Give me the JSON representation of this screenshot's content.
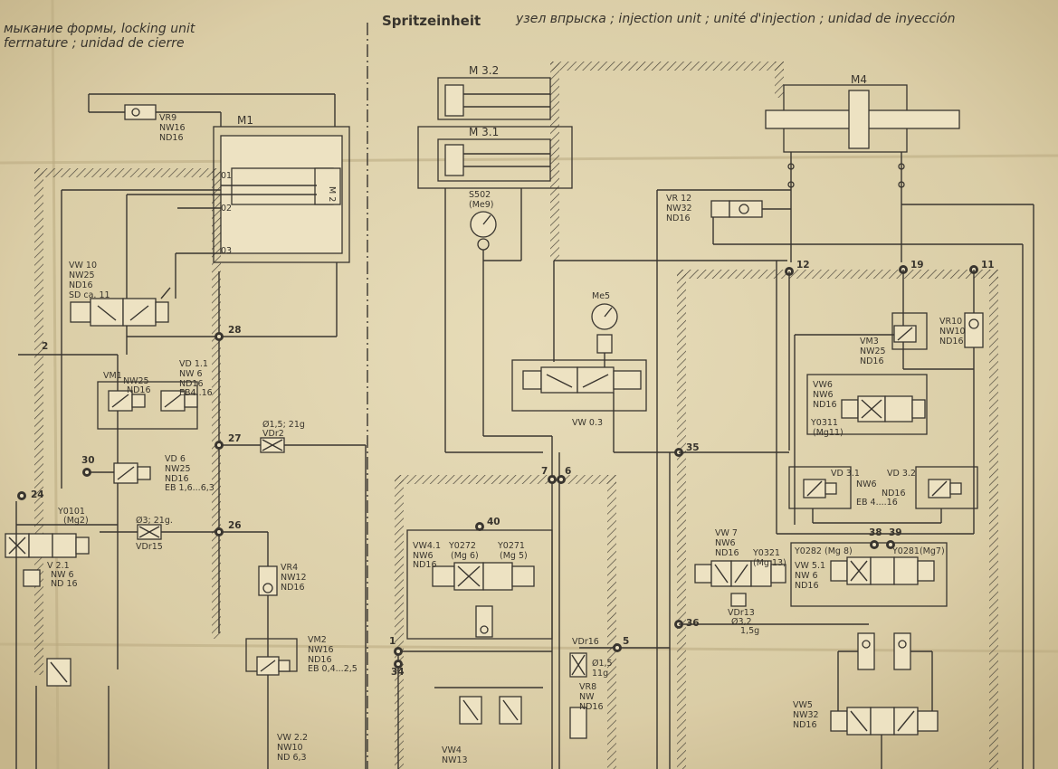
{
  "header": {
    "left_line1": "мыкание формы, locking unit",
    "left_line2": "ferrnature ; unidad de cierre",
    "right_bold": "Spritzeinheit",
    "right_rest": "узел впрыска ; injection unit ; unité d'injection ; unidad de inyección"
  },
  "actuators": {
    "m1": "M1",
    "m2": "M 2",
    "m31": "M 3.1",
    "m32": "M 3.2",
    "m4": "M4"
  },
  "ports": {
    "p01": "01",
    "p02": "02",
    "p03": "03"
  },
  "nodes": {
    "n28": "28",
    "n27": "27",
    "n26": "26",
    "n30": "30",
    "n24": "24",
    "n12": "12",
    "n19": "19",
    "n11": "11",
    "n35": "35",
    "n7": "7",
    "n6": "6",
    "n40": "40",
    "n38": "38",
    "n39": "39",
    "n36": "36",
    "n5": "5",
    "n1": "1",
    "n34": "34",
    "n2": "2"
  },
  "labels": {
    "vr9": [
      "VR9",
      "NW16",
      "ND16"
    ],
    "vw10": [
      "VW 10",
      "NW25",
      "ND16",
      "SD ca. 11"
    ],
    "vm1": [
      "VM1",
      "NW25",
      "ND16"
    ],
    "vd11": [
      "VD 1.1",
      "NW 6",
      "ND16",
      "EB4..16"
    ],
    "vd": [
      "VD 6",
      "NW25",
      "ND16",
      "EB 1,6...6,3"
    ],
    "vdr2": [
      "Ø1,5; 21g",
      "VDr2"
    ],
    "vdr15": [
      "Ø3; 21g.",
      "VDr15"
    ],
    "y0101": [
      "Y0101",
      "(Mg2)"
    ],
    "v21": [
      "V 2.1",
      "NW 6",
      "ND 16"
    ],
    "vr4": [
      "VR4",
      "NW12",
      "ND16"
    ],
    "vm2": [
      "VM2",
      "NW16",
      "ND16",
      "EB 0,4...2,5"
    ],
    "vw22": [
      "VW 2.2",
      "NW10",
      "ND 6,3"
    ],
    "s502": [
      "S502",
      "(Me9)"
    ],
    "me5": [
      "Me5"
    ],
    "vw03": [
      "VW 0.3"
    ],
    "vr12": [
      "VR 12",
      "NW32",
      "ND16"
    ],
    "vm3": [
      "VM3",
      "NW25",
      "ND16"
    ],
    "vr10": [
      "VR10",
      "NW10",
      "ND16"
    ],
    "vw6": [
      "VW6",
      "NW6",
      "ND16"
    ],
    "y0311": [
      "Y0311",
      "(Mg11)"
    ],
    "vd31": [
      "VD 3.1",
      "NW6",
      "EB 4....16"
    ],
    "vd32": [
      "VD 3.2",
      "ND16"
    ],
    "vw41": [
      "VW4.1",
      "NW6",
      "ND16"
    ],
    "y0272": [
      "Y0272",
      "(Mg 6)"
    ],
    "y0271": [
      "Y0271",
      "(Mg 5)"
    ],
    "vw7": [
      "VW 7",
      "NW6",
      "ND16"
    ],
    "y0321": [
      "Y0321",
      "(Mg 13)"
    ],
    "vdr13": [
      "VDr13",
      "Ø3,2",
      "1,5g"
    ],
    "y0282": [
      "Y0282 (Mg 8)"
    ],
    "y0281": [
      "Y0281(Mg7)"
    ],
    "vw51": [
      "VW 5.1",
      "NW 6",
      "ND16"
    ],
    "vdr16": [
      "VDr16",
      "Ø1,5",
      "11g"
    ],
    "vr8": [
      "VR8",
      "NW",
      "ND16"
    ],
    "vw4": [
      "VW4",
      "NW13"
    ],
    "vw5": [
      "VW5",
      "NW32",
      "ND16"
    ]
  }
}
